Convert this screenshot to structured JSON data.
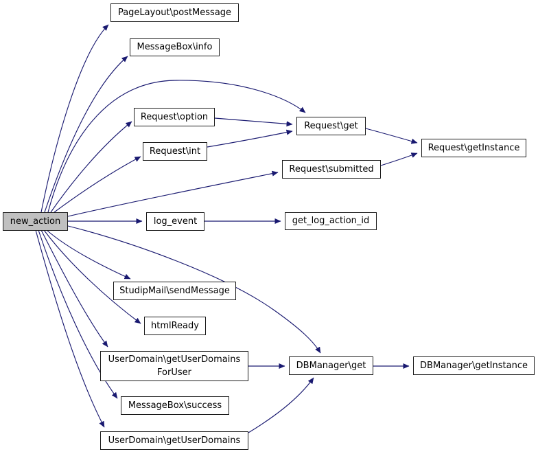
{
  "diagram_type": "call-graph",
  "colors": {
    "edge": "#191970",
    "node_border": "#1a1a1a",
    "node_fill": "#ffffff",
    "highlight_fill": "#c0c0c0",
    "text": "#000000",
    "background": "#ffffff"
  },
  "nodes": {
    "new_action": {
      "label": "new_action",
      "highlighted": true
    },
    "pagelayout_postmessage": {
      "label": "PageLayout\\postMessage"
    },
    "messagebox_info": {
      "label": "MessageBox\\info"
    },
    "request_option": {
      "label": "Request\\option"
    },
    "request_int": {
      "label": "Request\\int"
    },
    "request_get": {
      "label": "Request\\get"
    },
    "request_getinstance": {
      "label": "Request\\getInstance"
    },
    "request_submitted": {
      "label": "Request\\submitted"
    },
    "log_event": {
      "label": "log_event"
    },
    "get_log_action_id": {
      "label": "get_log_action_id"
    },
    "studipmail_sendmessage": {
      "label": "StudipMail\\sendMessage"
    },
    "htmlready": {
      "label": "htmlReady"
    },
    "userdomain_getuserdomainsforuser": {
      "label": "UserDomain\\getUserDomains ForUser"
    },
    "messagebox_success": {
      "label": "MessageBox\\success"
    },
    "userdomain_getuserdomains": {
      "label": "UserDomain\\getUserDomains"
    },
    "dbmanager_get": {
      "label": "DBManager\\get"
    },
    "dbmanager_getinstance": {
      "label": "DBManager\\getInstance"
    }
  },
  "edges": [
    {
      "from": "new_action",
      "to": "pagelayout_postmessage"
    },
    {
      "from": "new_action",
      "to": "messagebox_info"
    },
    {
      "from": "new_action",
      "to": "request_get"
    },
    {
      "from": "new_action",
      "to": "request_option"
    },
    {
      "from": "new_action",
      "to": "request_int"
    },
    {
      "from": "new_action",
      "to": "request_submitted"
    },
    {
      "from": "new_action",
      "to": "log_event"
    },
    {
      "from": "new_action",
      "to": "dbmanager_get"
    },
    {
      "from": "new_action",
      "to": "studipmail_sendmessage"
    },
    {
      "from": "new_action",
      "to": "htmlready"
    },
    {
      "from": "new_action",
      "to": "userdomain_getuserdomainsforuser"
    },
    {
      "from": "new_action",
      "to": "messagebox_success"
    },
    {
      "from": "new_action",
      "to": "userdomain_getuserdomains"
    },
    {
      "from": "request_option",
      "to": "request_get"
    },
    {
      "from": "request_int",
      "to": "request_get"
    },
    {
      "from": "request_get",
      "to": "request_getinstance"
    },
    {
      "from": "request_submitted",
      "to": "request_getinstance"
    },
    {
      "from": "log_event",
      "to": "get_log_action_id"
    },
    {
      "from": "userdomain_getuserdomainsforuser",
      "to": "dbmanager_get"
    },
    {
      "from": "userdomain_getuserdomains",
      "to": "dbmanager_get"
    },
    {
      "from": "dbmanager_get",
      "to": "dbmanager_getinstance"
    }
  ]
}
